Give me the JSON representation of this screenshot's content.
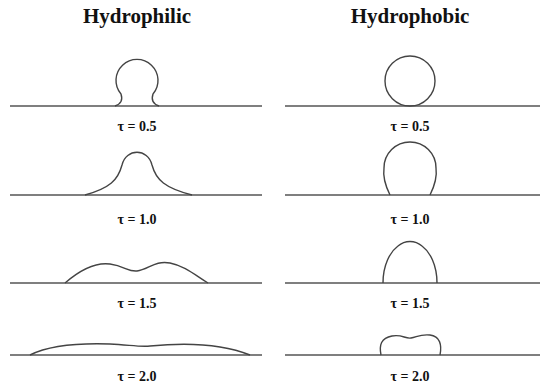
{
  "diagram": {
    "labels": [
      "Hydrophilic",
      "Hydrophobic",
      "τ = 0.5",
      "τ = 0.5",
      "τ = 1.0",
      "τ = 1.0",
      "τ = 1.5",
      "τ = 1.5",
      "τ = 2.0",
      "τ = 2.0"
    ]
  }
}
